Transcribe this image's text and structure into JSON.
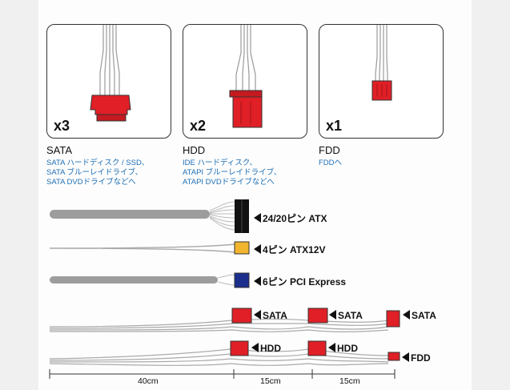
{
  "cards": [
    {
      "qty": "x3",
      "name": "SATA",
      "desc": [
        "SATA ハードディスク / SSD、",
        "SATA ブルーレイドライブ、",
        "SATA DVDドライブなどへ"
      ]
    },
    {
      "qty": "x2",
      "name": "HDD",
      "desc": [
        "IDE ハードディスク、",
        "ATAPI ブルーレイドライブ、",
        "ATAPI DVDドライブなどへ"
      ]
    },
    {
      "qty": "x1",
      "name": "FDD",
      "desc": [
        "FDDへ"
      ]
    }
  ],
  "cables": {
    "atx": "24/20ピン ATX",
    "atx12v": "4ピン ATX12V",
    "pcie": "6ピン PCI Express",
    "sata": [
      "SATA",
      "SATA",
      "SATA"
    ],
    "hdd": [
      "HDD",
      "HDD"
    ],
    "fdd": "FDD"
  },
  "dimensions": [
    "40cm",
    "15cm",
    "15cm"
  ],
  "colors": {
    "connector_red": "#e01f26",
    "atx_black": "#111111",
    "atx12v_yellow": "#f2b530",
    "pcie_blue": "#1b2e8c",
    "desc_blue": "#1e6fb5"
  }
}
